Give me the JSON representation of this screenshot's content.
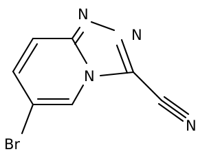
{
  "molecule": {
    "atoms": {
      "n1": "N",
      "n2": "N",
      "n4": "N",
      "nitrile_n": "N",
      "br": "Br"
    }
  }
}
